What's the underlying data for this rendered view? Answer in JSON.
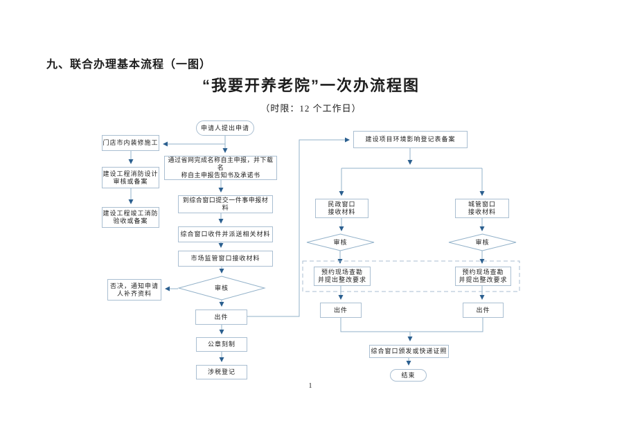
{
  "document": {
    "section_heading": "九、联合办理基本流程（一图）",
    "title": "“我要开养老院”一次办流程图",
    "subtitle": "（时限：12 个工作日）",
    "page_number": "1"
  },
  "colors": {
    "line": "#92b1c9",
    "arrow": "#2b5f8f",
    "box_border": "#a9bed1",
    "text": "#1c1c1c"
  },
  "flowchart": {
    "nodes": [
      {
        "id": "start",
        "type": "oval",
        "text": "申请人提出申请"
      },
      {
        "id": "decor",
        "type": "box",
        "text": "门店市内装修施工"
      },
      {
        "id": "fire-design",
        "type": "box",
        "text": "建设工程消防设计\n审核或备案"
      },
      {
        "id": "fire-accept",
        "type": "box",
        "text": "建设工程竣工消防\n验收或备案"
      },
      {
        "id": "online-declare",
        "type": "box",
        "text": "通过省网完成名称自主申报，并下载名\n称自主申报告知书及承诺书"
      },
      {
        "id": "submit-window",
        "type": "box",
        "text": "到综合窗口提交一件事申报材\n料"
      },
      {
        "id": "window-dispatch",
        "type": "box",
        "text": "综合窗口收件并派送相关材料"
      },
      {
        "id": "market-receive",
        "type": "box",
        "text": "市场监管窗口接收材料"
      },
      {
        "id": "review-mid",
        "type": "diamond",
        "text": "审核"
      },
      {
        "id": "reject",
        "type": "box",
        "text": "否决，通知申请\n人补齐资料"
      },
      {
        "id": "issue-mid",
        "type": "box",
        "text": "出件"
      },
      {
        "id": "seal",
        "type": "box",
        "text": "公章刻制"
      },
      {
        "id": "tax",
        "type": "box",
        "text": "涉税登记"
      },
      {
        "id": "env-register",
        "type": "box",
        "text": "建设项目环境影响登记表备案"
      },
      {
        "id": "civil-receive",
        "type": "box",
        "text": "民政窗口\n接收材料"
      },
      {
        "id": "urban-receive",
        "type": "box",
        "text": "城管窗口\n接收材料"
      },
      {
        "id": "review-left",
        "type": "diamond",
        "text": "审核"
      },
      {
        "id": "review-right",
        "type": "diamond",
        "text": "审核"
      },
      {
        "id": "survey-left",
        "type": "box",
        "text": "预约现场查勘\n并提出整改要求"
      },
      {
        "id": "survey-right",
        "type": "box",
        "text": "预约现场查勘\n并提出整改要求"
      },
      {
        "id": "issue-left",
        "type": "box",
        "text": "出件"
      },
      {
        "id": "issue-right",
        "type": "box",
        "text": "出件"
      },
      {
        "id": "license",
        "type": "box",
        "text": "综合窗口颁发或快递证照"
      },
      {
        "id": "end",
        "type": "oval",
        "text": "结束"
      }
    ]
  }
}
